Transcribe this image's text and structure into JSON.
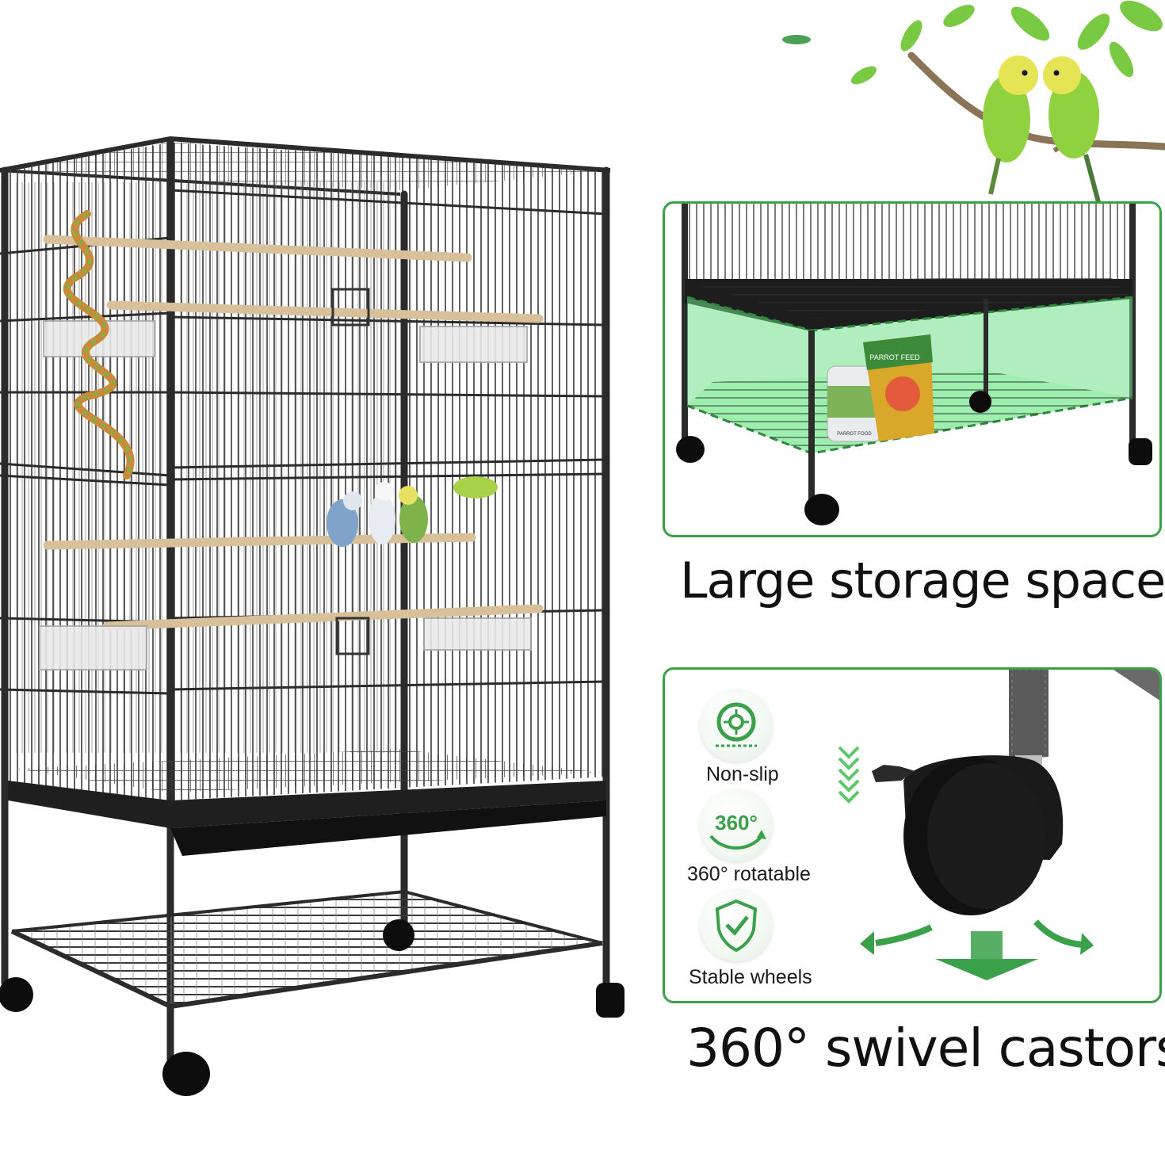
{
  "captions": {
    "storage": "Large storage space",
    "castors": "360° swivel castors"
  },
  "features": {
    "nonslip": "Non-slip",
    "rotate_badge": "360°",
    "rotatable": "360° rotatable",
    "stable": "Stable wheels"
  },
  "products": {
    "bag_text": "PARROT FEED",
    "jar_text": "PARROT FOOD"
  },
  "colors": {
    "accent_green": "#3aa04a",
    "cage_frame": "#2b2b2b",
    "perch_wood": "#d8c19a",
    "highlight_zone": "#6fe08a"
  }
}
